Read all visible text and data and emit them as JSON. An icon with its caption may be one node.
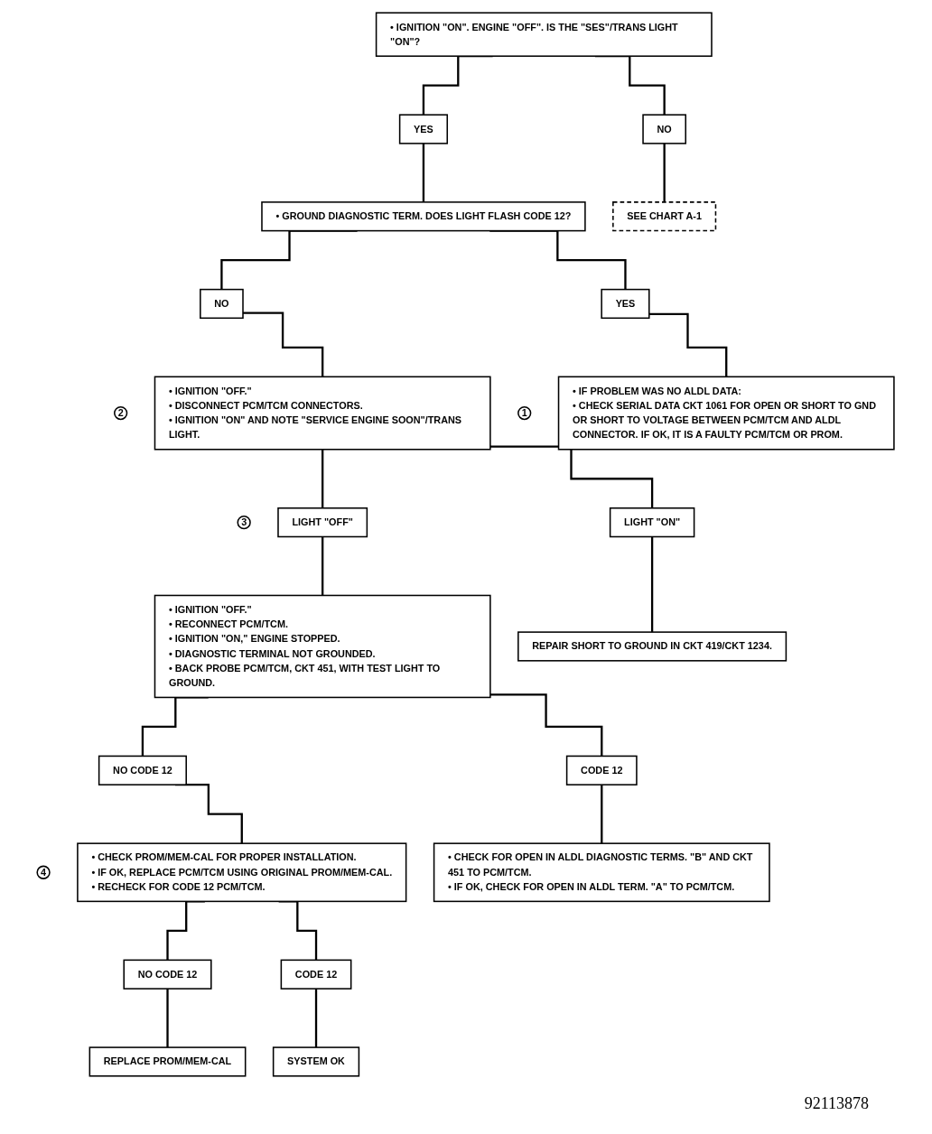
{
  "diagram": {
    "nodes": [
      {
        "text": [
          "• IGNITION \"ON\". ENGINE \"OFF\". IS THE \"SES\"/TRANS LIGHT \"ON\"?"
        ]
      },
      {
        "text": [
          "YES"
        ]
      },
      {
        "text": [
          "NO"
        ]
      },
      {
        "text": [
          "• GROUND DIAGNOSTIC TERM. DOES LIGHT FLASH CODE 12?"
        ]
      },
      {
        "text": [
          "SEE CHART A-1"
        ]
      },
      {
        "text": [
          "NO"
        ]
      },
      {
        "text": [
          "YES"
        ]
      },
      {
        "text": [
          "2"
        ]
      },
      {
        "text": [
          "• IGNITION \"OFF.\"",
          "• DISCONNECT PCM/TCM CONNECTORS.",
          "• IGNITION \"ON\" AND NOTE \"SERVICE ENGINE SOON\"/TRANS LIGHT."
        ]
      },
      {
        "text": [
          "1"
        ]
      },
      {
        "text": [
          "• IF PROBLEM WAS NO ALDL DATA:",
          "• CHECK SERIAL DATA CKT 1061 FOR OPEN OR SHORT TO GND OR SHORT TO VOLTAGE BETWEEN PCM/TCM AND ALDL CONNECTOR. IF OK, IT IS A FAULTY PCM/TCM OR PROM."
        ]
      },
      {
        "text": [
          "3"
        ]
      },
      {
        "text": [
          "LIGHT \"OFF\""
        ]
      },
      {
        "text": [
          "LIGHT \"ON\""
        ]
      },
      {
        "text": [
          "• IGNITION \"OFF.\"",
          "• RECONNECT PCM/TCM.",
          "• IGNITION \"ON,\" ENGINE STOPPED.",
          "• DIAGNOSTIC TERMINAL NOT GROUNDED.",
          "• BACK PROBE PCM/TCM, CKT 451, WITH TEST LIGHT TO GROUND."
        ]
      },
      {
        "text": [
          "REPAIR SHORT TO GROUND IN CKT 419/CKT 1234."
        ]
      },
      {
        "text": [
          "NO CODE 12"
        ]
      },
      {
        "text": [
          "CODE 12"
        ]
      },
      {
        "text": [
          "4"
        ]
      },
      {
        "text": [
          "• CHECK PROM/MEM-CAL FOR PROPER INSTALLATION.",
          "• IF OK, REPLACE PCM/TCM USING ORIGINAL PROM/MEM-CAL.",
          "• RECHECK FOR CODE 12 PCM/TCM."
        ]
      },
      {
        "text": [
          "• CHECK FOR OPEN IN ALDL DIAGNOSTIC TERMS. \"B\" AND CKT 451 TO PCM/TCM.",
          "• IF OK, CHECK FOR OPEN IN ALDL TERM. \"A\" TO PCM/TCM."
        ]
      },
      {
        "text": [
          "NO CODE 12"
        ]
      },
      {
        "text": [
          "CODE 12"
        ]
      },
      {
        "text": [
          "REPLACE PROM/MEM-CAL"
        ]
      },
      {
        "text": [
          "SYSTEM OK"
        ]
      }
    ],
    "edges": [
      {
        "from": 0,
        "to": 1,
        "arrow": "none"
      },
      {
        "from": 0,
        "to": 2,
        "arrow": "none"
      },
      {
        "from": 1,
        "to": 3,
        "arrow": "none"
      },
      {
        "from": 2,
        "to": 4,
        "arrow": "none"
      },
      {
        "from": 3,
        "to": 5,
        "arrow": "none"
      },
      {
        "from": 3,
        "to": 6,
        "arrow": "none"
      },
      {
        "from": 5,
        "to": 8,
        "arrow": "none"
      },
      {
        "from": 6,
        "to": 10,
        "arrow": "none"
      },
      {
        "from": 8,
        "to": 12,
        "arrow": "none"
      },
      {
        "from": 8,
        "to": 13,
        "arrow": "none"
      },
      {
        "from": 12,
        "to": 14,
        "arrow": "none"
      },
      {
        "from": 13,
        "to": 15,
        "arrow": "none"
      },
      {
        "from": 14,
        "to": 16,
        "arrow": "none"
      },
      {
        "from": 14,
        "to": 17,
        "arrow": "none"
      },
      {
        "from": 16,
        "to": 19,
        "arrow": "none"
      },
      {
        "from": 17,
        "to": 20,
        "arrow": "none"
      },
      {
        "from": 19,
        "to": 21,
        "arrow": "none"
      },
      {
        "from": 19,
        "to": 22,
        "arrow": "none"
      },
      {
        "from": 21,
        "to": 23,
        "arrow": "none"
      },
      {
        "from": 22,
        "to": 24,
        "arrow": "none"
      }
    ],
    "labels": [
      "92113878"
    ]
  }
}
